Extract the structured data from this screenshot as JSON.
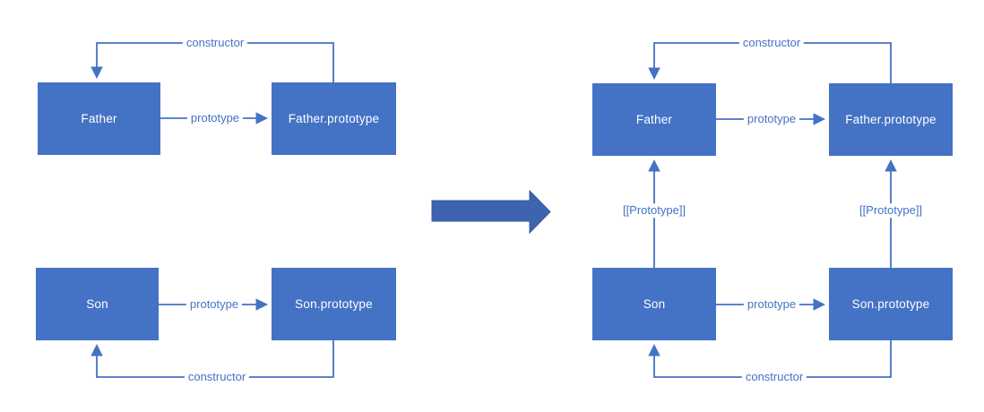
{
  "colors": {
    "background": "#FFFFFF",
    "node_fill": "#4472C4",
    "node_text": "#FFFFFF",
    "connector": "#4472C4",
    "label_text": "#4472C4",
    "transform_arrow_fill": "#3E64B0"
  },
  "icons": {
    "transform_arrow": "right-arrow"
  },
  "left": {
    "boxes": [
      {
        "label": "Father"
      },
      {
        "label": "Father.prototype"
      },
      {
        "label": "Son"
      },
      {
        "label": "Son.prototype"
      }
    ],
    "edges": [
      {
        "label": "constructor",
        "from": "Father.prototype",
        "to": "Father"
      },
      {
        "label": "prototype",
        "from": "Father",
        "to": "Father.prototype"
      },
      {
        "label": "prototype",
        "from": "Son",
        "to": "Son.prototype"
      },
      {
        "label": "constructor",
        "from": "Son.prototype",
        "to": "Son"
      }
    ]
  },
  "right": {
    "boxes": [
      {
        "label": "Father"
      },
      {
        "label": "Father.prototype"
      },
      {
        "label": "Son"
      },
      {
        "label": "Son.prototype"
      }
    ],
    "edges": [
      {
        "label": "constructor",
        "from": "Father.prototype",
        "to": "Father"
      },
      {
        "label": "prototype",
        "from": "Father",
        "to": "Father.prototype"
      },
      {
        "label": "[[Prototype]]",
        "from": "Son",
        "to": "Father"
      },
      {
        "label": "[[Prototype]]",
        "from": "Son.prototype",
        "to": "Father.prototype"
      },
      {
        "label": "prototype",
        "from": "Son",
        "to": "Son.prototype"
      },
      {
        "label": "constructor",
        "from": "Son.prototype",
        "to": "Son"
      }
    ]
  }
}
